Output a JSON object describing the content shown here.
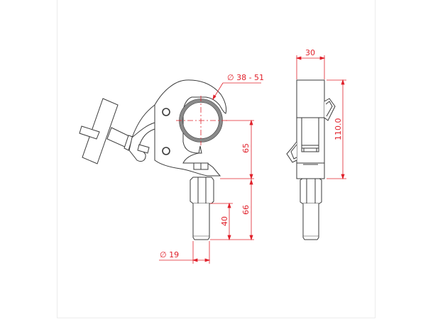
{
  "drawing": {
    "subject": "half-coupler clamp with spigot",
    "colors": {
      "outline": "#3a3a3a",
      "dimension": "#e0202a",
      "tube_ring": "#8a8a8a",
      "frame": "#ececec",
      "background": "#ffffff"
    },
    "side_view": {
      "tube_diameter_label": "∅ 38 - 51",
      "upper_height_label": "65",
      "lower_height_label": "66",
      "spigot_length_label": "40",
      "spigot_diameter_label": "∅ 19"
    },
    "front_view": {
      "width_label": "30",
      "total_height_label": "110.0"
    }
  }
}
